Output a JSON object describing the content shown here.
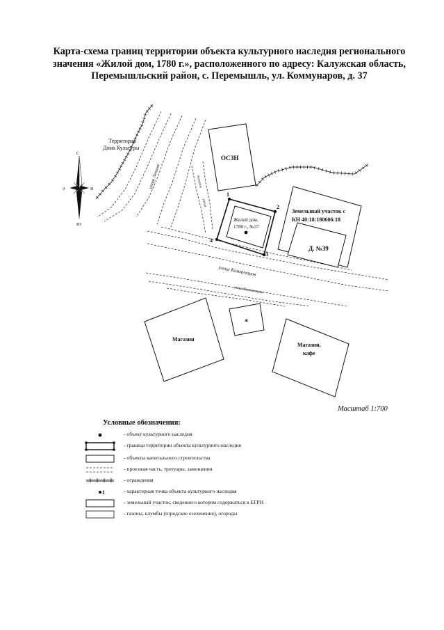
{
  "title": {
    "line1": "Карта-схема границ территории объекта культурного наследия  регионального",
    "line2": "значения «Жилой дом, 1780 г.», расположенного по адресу: Калужская область,",
    "line3": "Перемышльский район, с. Перемышль, ул. Коммунаров, д. 37"
  },
  "map": {
    "territory_label_1": "Территория",
    "territory_label_2": "Дома Культуры",
    "compass": {
      "n": "С",
      "s": "Ю",
      "w": "З",
      "e": "В"
    },
    "street_lenina": "улица Ленина",
    "street_kommunarov": "улица Коммунаров",
    "street_small_1": "переулок",
    "street_small_2": "улица",
    "oszn": "ОСЗН",
    "house_label_1": "Жилой дом,",
    "house_label_2": "1780 г., №37",
    "plot_label_1": "Земельный участок с",
    "plot_label_2": "КН 40:18:180606:18",
    "d39": "Д. №39",
    "shop1": "Магазин",
    "small_building": "ж",
    "shop2_1": "Магазин,",
    "shop2_2": "кафе",
    "points": [
      "1",
      "2",
      "3",
      "4"
    ]
  },
  "scale": "Масштаб 1:700",
  "legend": {
    "title": "Условные обозначения:",
    "items": [
      {
        "symbol": "heritage-object-icon",
        "text": "- объект культурного наследия"
      },
      {
        "symbol": "territory-boundary-icon",
        "text": "- граница территории объекта культурного наследия"
      },
      {
        "symbol": "capital-building-icon",
        "text": "- объекты капитального строительства"
      },
      {
        "symbol": "roadway-icon",
        "text": "- проезжая часть, тротуары, замощения"
      },
      {
        "symbol": "fence-icon",
        "text": "- ограждения"
      },
      {
        "symbol": "characteristic-point-icon",
        "point_label": "1",
        "text": "- характерная точка объекта культурного наследия"
      },
      {
        "symbol": "land-plot-icon",
        "text": "- земельный участок, сведения о котором содержаться в ЕГРН"
      },
      {
        "symbol": "lawn-icon",
        "text": "- газоны, клумбы (городское озеленение), огороды"
      }
    ]
  }
}
